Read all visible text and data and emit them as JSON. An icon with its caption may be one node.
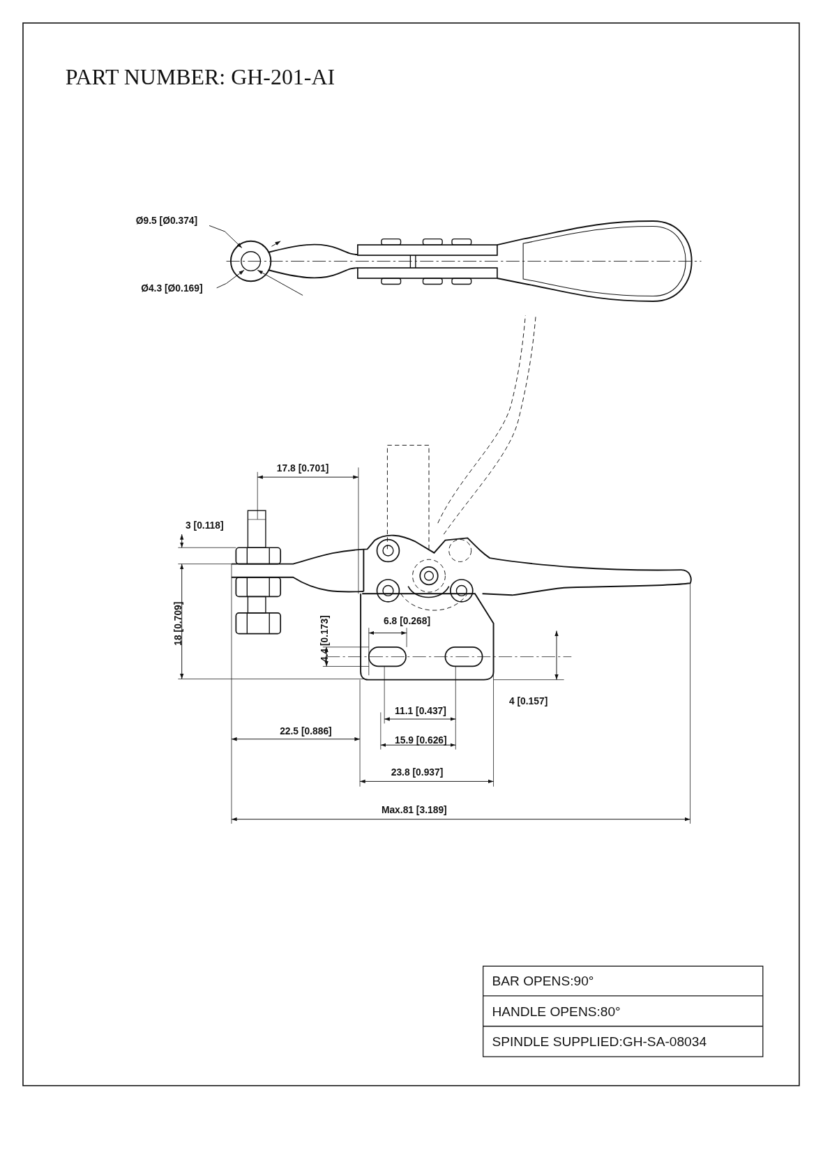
{
  "diagram": {
    "title": "PART NUMBER:  GH-201-AI",
    "labels": [
      "Ø9.5 [Ø0.374]",
      "Ø4.3 [Ø0.169]",
      "17.8 [0.701]",
      "3 [0.118]",
      "18 [0.709]",
      "6.8 [0.268]",
      "4.4 [0.173]",
      "4 [0.157]",
      "11.1 [0.437]",
      "22.5 [0.886]",
      "15.9 [0.626]",
      "23.8 [0.937]",
      "Max.81 [3.189]",
      "BAR OPENS:90°",
      "HANDLE OPENS:80°",
      "SPINDLE SUPPLIED:GH-SA-08034"
    ]
  }
}
